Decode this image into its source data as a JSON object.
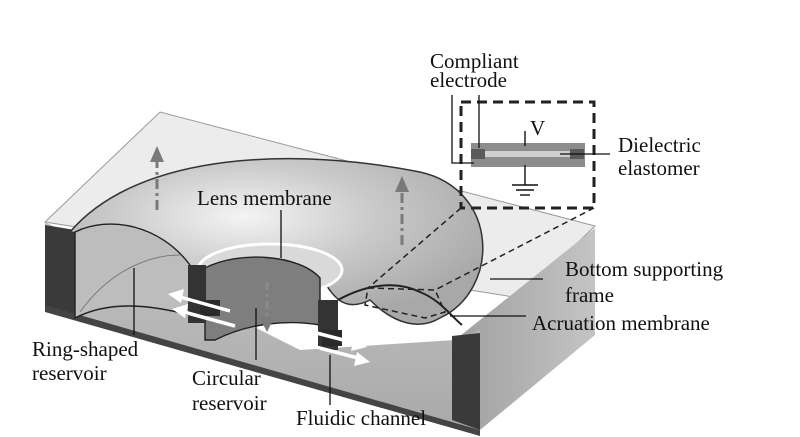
{
  "figure": {
    "title": "Liquid lens with dielectric elastomer actuation",
    "labels": {
      "compliant_electrode_line1": "Compliant",
      "compliant_electrode_line2": "electrode",
      "voltage": "V",
      "dielectric_line1": "Dielectric",
      "dielectric_line2": "elastomer",
      "lens_membrane": "Lens membrane",
      "bottom_frame_line1": "Bottom supporting",
      "bottom_frame_line2": "frame",
      "actuation_membrane": "Acruation membrane",
      "ring_reservoir_line1": "Ring-shaped",
      "ring_reservoir_line2": "reservoir",
      "circular_reservoir_line1": "Circular",
      "circular_reservoir_line2": "reservoir",
      "fluidic_channel": "Fluidic channel"
    },
    "colors": {
      "top_surface": "#ececec",
      "dark_wall": "#3a3a3a",
      "cut_face": "#b8b8b8",
      "inner_bowl": "#cfcfcf",
      "arrow_gray": "#7a7a7a",
      "flow_arrow": "#ffffff",
      "electrode": "#8c8c8c",
      "elastomer_core": "#c8c8c8"
    }
  }
}
